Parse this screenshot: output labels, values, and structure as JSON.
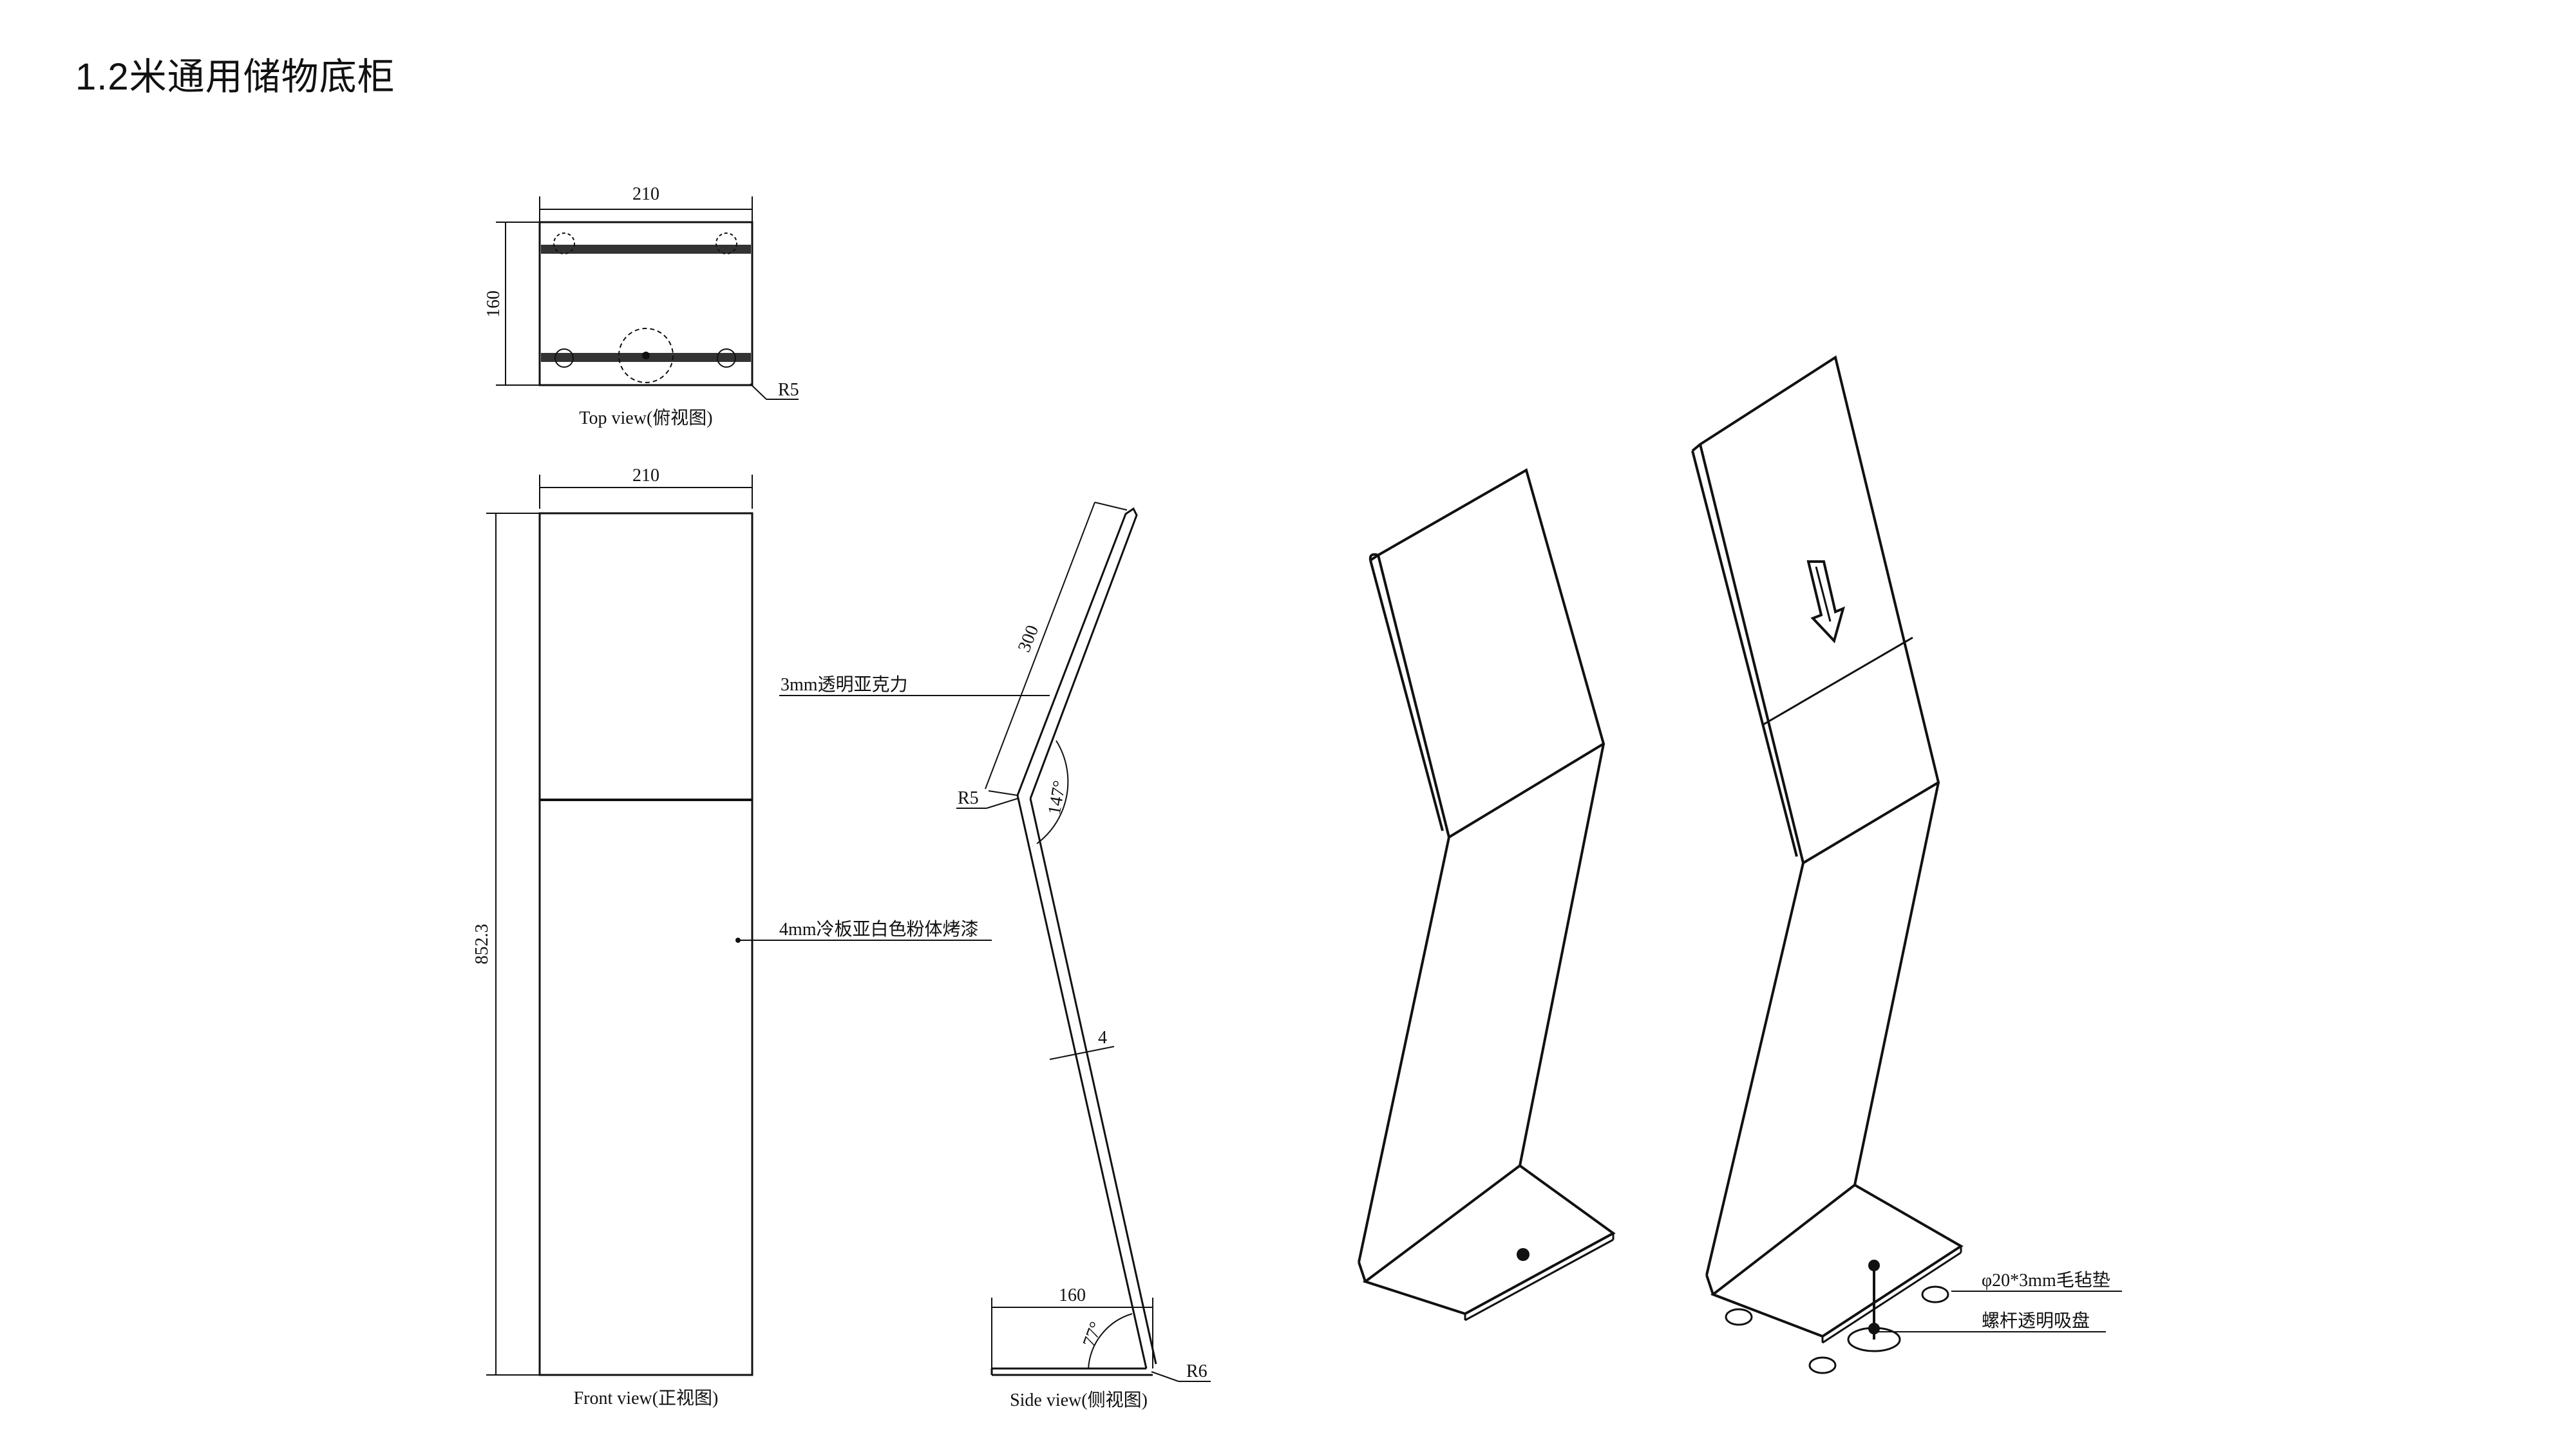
{
  "title": "1.2米通用储物底柜",
  "views": {
    "top": {
      "caption": "Top view(俯视图)",
      "width": "210",
      "depth": "160",
      "radius": "R5"
    },
    "front": {
      "caption": "Front view(正视图)",
      "width": "210",
      "height": "852.3"
    },
    "side": {
      "caption": "Side view(侧视图)",
      "panel_length": "300",
      "radius_top": "R5",
      "angle_top": "147°",
      "thickness": "4",
      "base_length": "160",
      "angle_base": "77°",
      "radius_base": "R6"
    }
  },
  "callouts": {
    "acrylic": "3mm透明亚克力",
    "steel": "4mm冷板亚白色粉体烤漆",
    "felt": "φ20*3mm毛毡垫",
    "suction": "螺杆透明吸盘"
  }
}
